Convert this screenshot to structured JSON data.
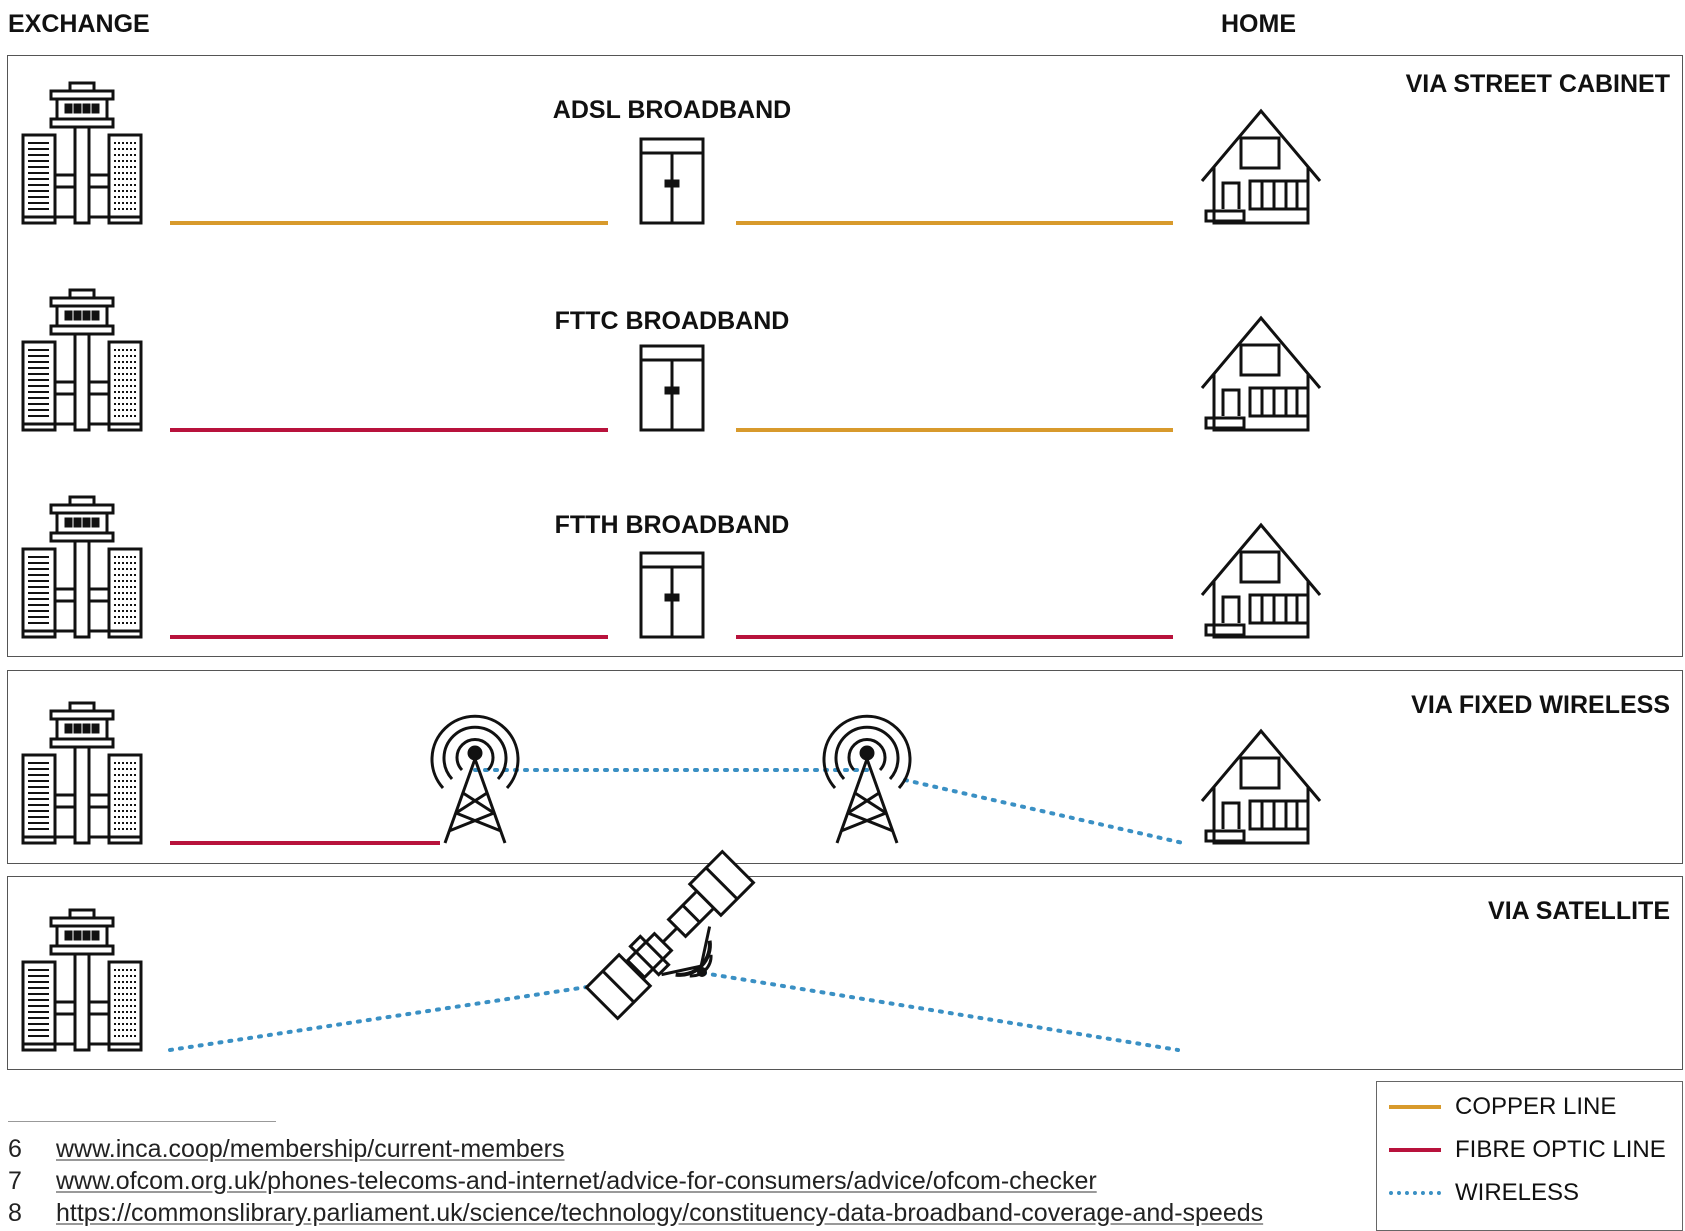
{
  "headers": {
    "exchange": "EXCHANGE",
    "home": "HOME"
  },
  "panels": {
    "street_cabinet": "VIA STREET CABINET",
    "fixed_wireless": "VIA FIXED WIRELESS",
    "satellite": "VIA SATELLITE"
  },
  "rows": [
    {
      "label": "ADSL BROADBAND",
      "exchange_to_cabinet": "copper",
      "cabinet_to_home": "copper"
    },
    {
      "label": "FTTC BROADBAND",
      "exchange_to_cabinet": "fibre",
      "cabinet_to_home": "copper"
    },
    {
      "label": "FTTH BROADBAND",
      "exchange_to_cabinet": "fibre",
      "cabinet_to_home": "fibre"
    }
  ],
  "legend": {
    "copper": "COPPER LINE",
    "fibre": "FIBRE OPTIC LINE",
    "wireless": "WIRELESS"
  },
  "colors": {
    "copper": "#d89a2c",
    "fibre": "#b8123c",
    "wireless": "#3a90c4",
    "icon": "#111111"
  },
  "footnotes": [
    {
      "num": "6",
      "text": "www.inca.coop/membership/current-members"
    },
    {
      "num": "7",
      "text": "www.ofcom.org.uk/phones-telecoms-and-internet/advice-for-consumers/advice/ofcom-checker"
    },
    {
      "num": "8",
      "text": "https://commonslibrary.parliament.uk/science/technology/constituency-data-broadband-coverage-and-speeds"
    }
  ],
  "icons": [
    "exchange-building-icon",
    "street-cabinet-icon",
    "house-icon",
    "radio-mast-icon",
    "satellite-icon"
  ]
}
